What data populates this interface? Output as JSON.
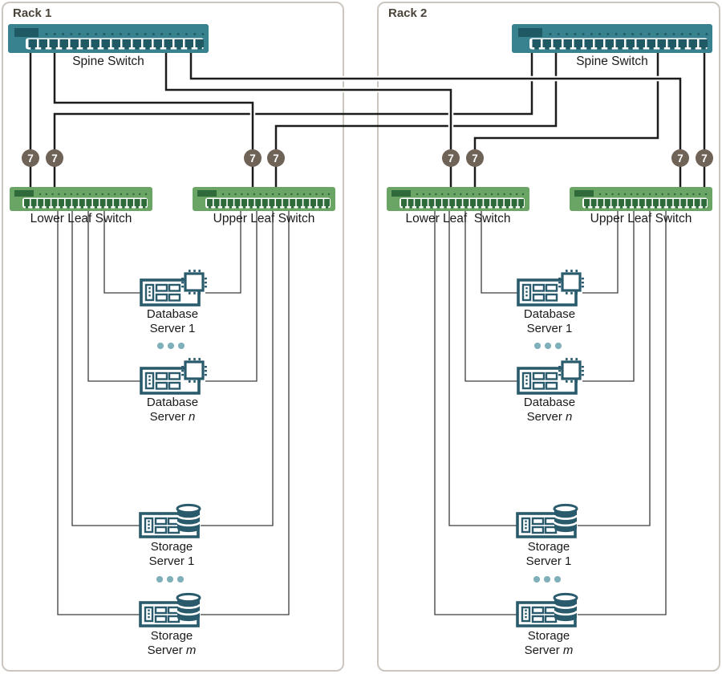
{
  "diagram": {
    "badge_value": "7",
    "racks": [
      {
        "title": "Rack 1",
        "spine": {
          "label": "Spine Switch"
        },
        "leaves": [
          {
            "label": "Lower Leaf Switch"
          },
          {
            "label": "Upper Leaf Switch"
          }
        ],
        "servers": [
          {
            "type": "Database",
            "name_prefix": "Server ",
            "name_suffix": "1"
          },
          {
            "type": "Database",
            "name_prefix": "Server ",
            "name_suffix": "n"
          },
          {
            "type": "Storage",
            "name_prefix": "Server ",
            "name_suffix": "1"
          },
          {
            "type": "Storage",
            "name_prefix": "Server ",
            "name_suffix": "m"
          }
        ]
      },
      {
        "title": "Rack 2",
        "spine": {
          "label": "Spine Switch"
        },
        "leaves": [
          {
            "label": "Lower Leaf  Switch"
          },
          {
            "label": "Upper Leaf Switch"
          }
        ],
        "servers": [
          {
            "type": "Database",
            "name_prefix": "Server ",
            "name_suffix": "1"
          },
          {
            "type": "Database",
            "name_prefix": "Server ",
            "name_suffix": "n"
          },
          {
            "type": "Storage",
            "name_prefix": "Server ",
            "name_suffix": "1"
          },
          {
            "type": "Storage",
            "name_prefix": "Server ",
            "name_suffix": "m"
          }
        ]
      }
    ],
    "colors": {
      "spine_body": "#38818E",
      "spine_dark": "#1F5964",
      "leaf_body": "#6AA566",
      "leaf_dark": "#2F6B3A",
      "badge_bg": "#6F6257",
      "server_stroke": "#2A5B6C",
      "ellipsis_dot": "#7FB0B9",
      "wire": "#1C1C1C",
      "rack_border": "#CBC6C0",
      "rack_title": "#4A4339"
    }
  }
}
